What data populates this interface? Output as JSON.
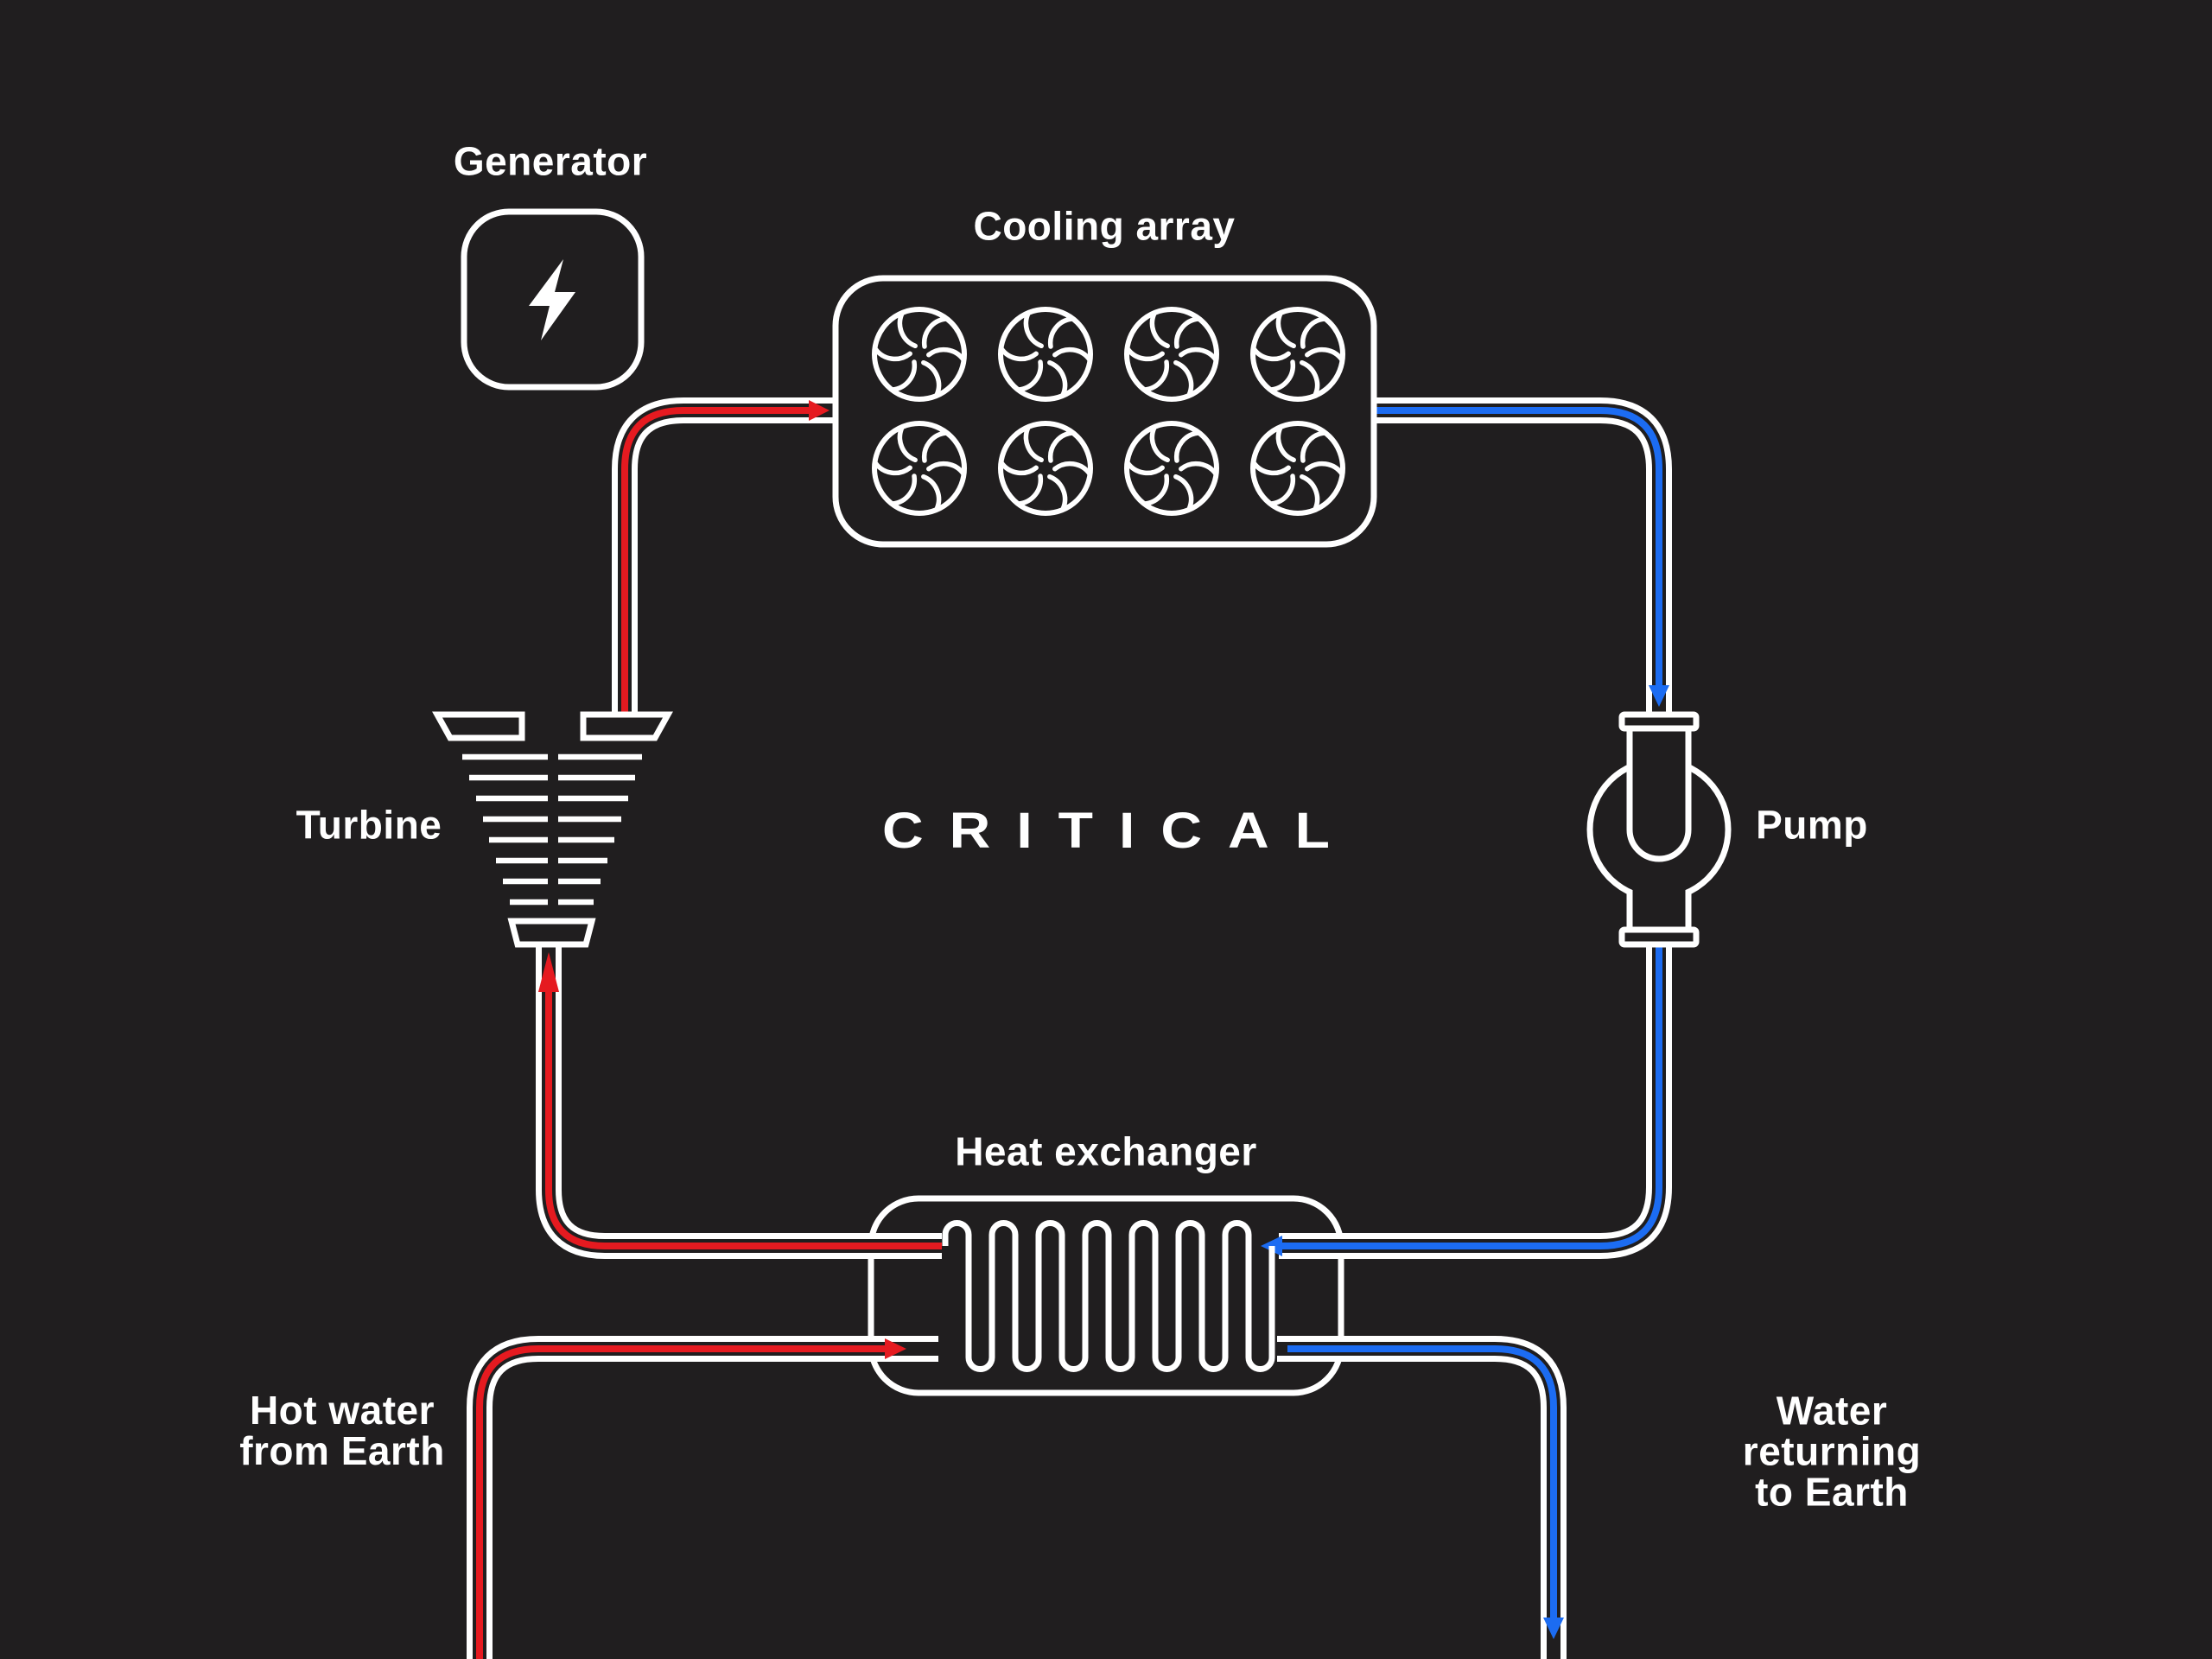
{
  "diagram": {
    "logo": {
      "text": "CRITICAL"
    },
    "labels": {
      "generator": "Generator",
      "cooling_array": "Cooling array",
      "turbine": "Turbine",
      "pump": "Pump",
      "heat_exchanger": "Heat exchanger",
      "hot_water": "Hot water\nfrom Earth",
      "water_return": "Water\nreturning\nto Earth"
    },
    "components": [
      "generator",
      "cooling-array",
      "turbine",
      "pump",
      "heat-exchanger",
      "earth-inlet-pipe",
      "earth-outlet-pipe"
    ],
    "counts": {
      "cooling_fans": 8,
      "fan_blades": 6,
      "coil_top_loops": 7,
      "turbine_blade_rows": 8
    },
    "flows": [
      {
        "name": "heat-exchanger-to-turbine",
        "color": "hot",
        "arrow": "up-into-turbine"
      },
      {
        "name": "turbine-to-cooling-array",
        "color": "hot",
        "arrow": "right-into-cooling-array"
      },
      {
        "name": "cooling-array-to-pump",
        "color": "cold",
        "arrow": "down-into-pump"
      },
      {
        "name": "pump-to-heat-exchanger",
        "color": "cold",
        "arrow": "left-into-heat-exchanger"
      },
      {
        "name": "hot-water-from-earth",
        "color": "hot",
        "arrow": "right-into-heat-exchanger"
      },
      {
        "name": "water-returning-to-earth",
        "color": "cold",
        "arrow": "down-to-earth"
      }
    ],
    "colors": {
      "background": "#201e1f",
      "line": "#ffffff",
      "hot": "#e51a20",
      "cold": "#1c6cf2"
    }
  }
}
